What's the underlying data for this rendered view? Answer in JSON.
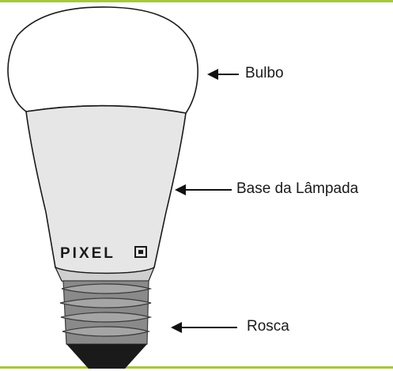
{
  "parts": {
    "bulbo": "Bulbo",
    "base": "Base da Lâmpada",
    "rosca": "Rosca"
  },
  "brand": {
    "logo_text": "PIXEL"
  },
  "colors": {
    "frame": "#a6c93a",
    "bulb_glass": "#ffffff",
    "base": "#e6e6e6",
    "thread": "#8a8a8a",
    "tip": "#1a1a1a"
  }
}
